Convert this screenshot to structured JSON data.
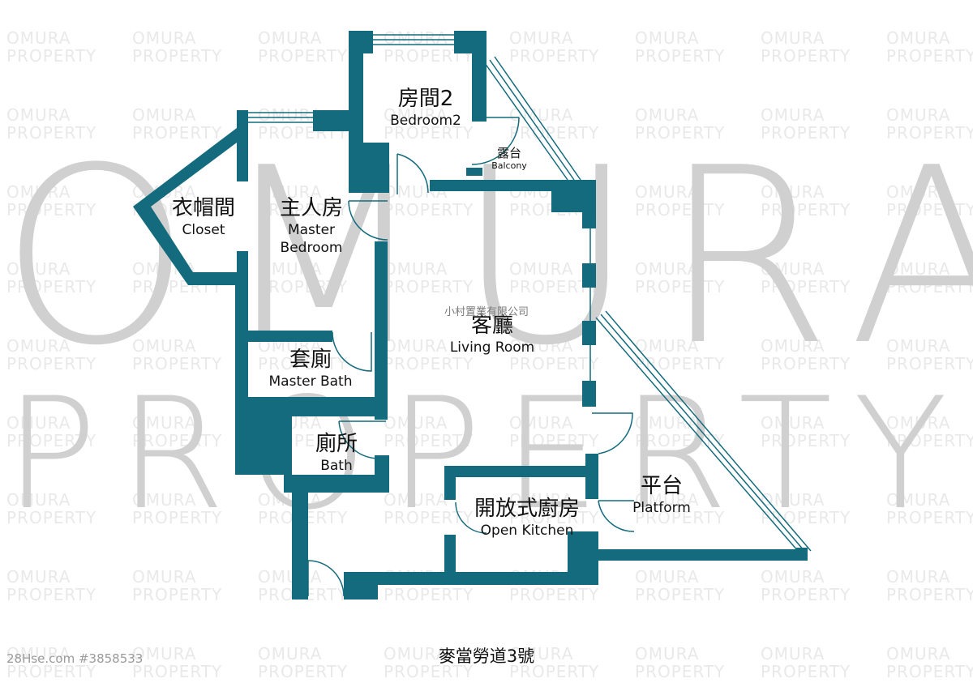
{
  "watermark": {
    "tile_line1": "OMURA",
    "tile_line2": "PROPERTY",
    "big_line1": "OMURA",
    "big_line2": "PROPERTY"
  },
  "company": "小村置業有限公司",
  "rooms": [
    {
      "id": "bedroom2",
      "zh": "房間2",
      "en": "Bedroom2"
    },
    {
      "id": "balcony",
      "zh": "露台",
      "en": "Balcony"
    },
    {
      "id": "closet",
      "zh": "衣帽間",
      "en": "Closet"
    },
    {
      "id": "master-bedroom",
      "zh": "主人房",
      "en": "Master Bedroom"
    },
    {
      "id": "living-room",
      "zh": "客廳",
      "en": "Living Room"
    },
    {
      "id": "master-bath",
      "zh": "套廁",
      "en": "Master Bath"
    },
    {
      "id": "bath",
      "zh": "廁所",
      "en": "Bath"
    },
    {
      "id": "open-kitchen",
      "zh": "開放式廚房",
      "en": "Open Kitchen"
    },
    {
      "id": "platform",
      "zh": "平台",
      "en": "Platform"
    }
  ],
  "address": "麥當勞道3號",
  "listing_id": "28Hse.com #3858533",
  "colors": {
    "wall": "#136b7d",
    "watermark": "#d0d0d0",
    "text": "#111111"
  }
}
